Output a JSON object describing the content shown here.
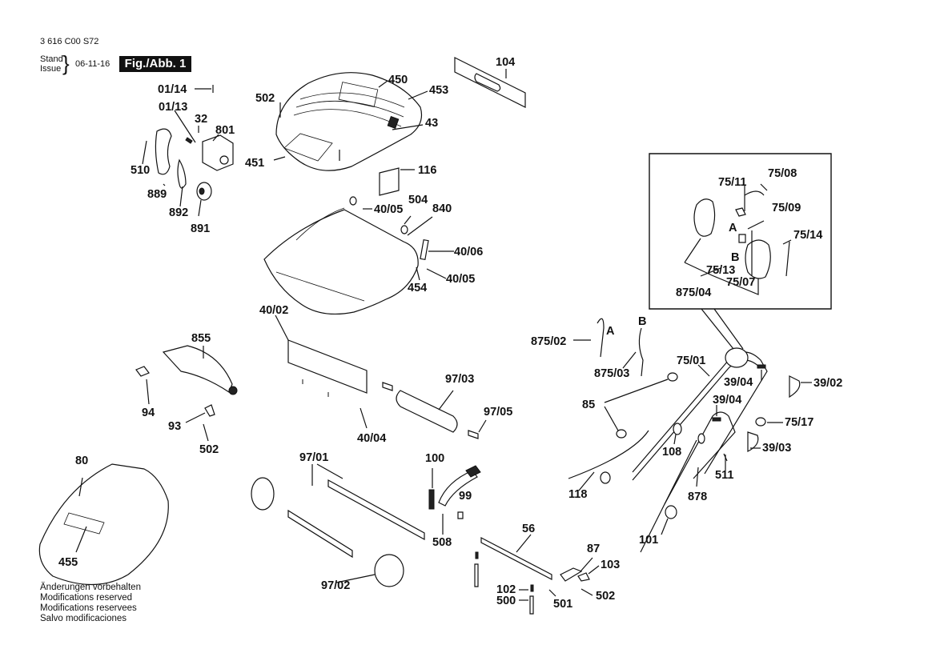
{
  "header": {
    "doc_number": "3 616 C00 S72",
    "stand_label": "Stand",
    "issue_label": "Issue",
    "date": "06-11-16",
    "figure": "Fig./Abb. 1"
  },
  "notes": [
    "Änderungen vorbehalten",
    "Modifications reserved",
    "Modifications reservees",
    "Salvo modificaciones"
  ],
  "callouts": {
    "c01_14": "01/14",
    "c01_13": "01/13",
    "c32": "32",
    "c801": "801",
    "c510": "510",
    "c889": "889",
    "c892": "892",
    "c891": "891",
    "c502a": "502",
    "c450": "450",
    "c453": "453",
    "c43": "43",
    "c451": "451",
    "c104": "104",
    "c116": "116",
    "c504": "504",
    "c840": "840",
    "c40_05a": "40/05",
    "c40_06": "40/06",
    "c40_05b": "40/05",
    "c454": "454",
    "c40_02": "40/02",
    "c97_03": "97/03",
    "c97_05": "97/05",
    "c40_04": "40/04",
    "c855": "855",
    "c94": "94",
    "c93": "93",
    "c502b": "502",
    "c80": "80",
    "c455": "455",
    "c97_01": "97/01",
    "c100": "100",
    "c99": "99",
    "c508": "508",
    "c97_02": "97/02",
    "c56": "56",
    "c87": "87",
    "c103": "103",
    "c502c": "502",
    "c102": "102",
    "c500": "500",
    "c501": "501",
    "c75_11": "75/11",
    "c75_08": "75/08",
    "c75_09": "75/09",
    "c75_14": "75/14",
    "cA_inset": "A",
    "cB_inset": "B",
    "c75_13": "75/13",
    "c75_07": "75/07",
    "c875_04": "875/04",
    "c875_02": "875/02",
    "cA": "A",
    "cB": "B",
    "c875_03": "875/03",
    "c75_01": "75/01",
    "c39_04a": "39/04",
    "c39_02": "39/02",
    "c85": "85",
    "c39_04b": "39/04",
    "c75_17": "75/17",
    "c108": "108",
    "c39_03": "39/03",
    "c511": "511",
    "c118": "118",
    "c878": "878",
    "c101": "101"
  }
}
